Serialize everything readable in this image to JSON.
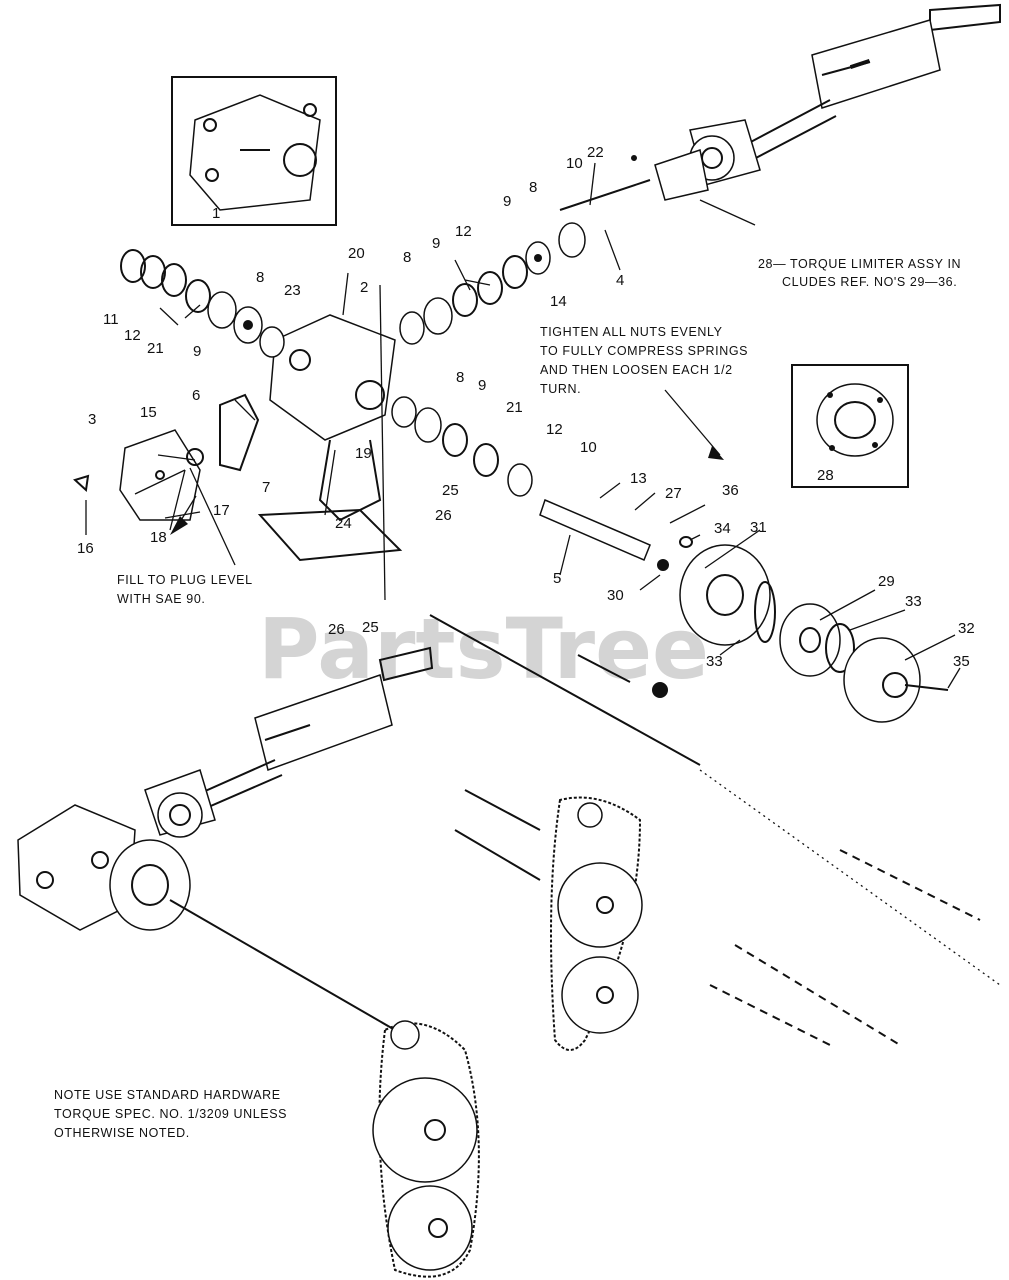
{
  "watermark": {
    "text": "PartsTree",
    "reg": "®"
  },
  "notes": {
    "torque_limiter_1": "28— TORQUE LIMITER ASSY IN",
    "torque_limiter_2": "CLUDES REF. NO'S 29—36.",
    "tighten_1": "TIGHTEN ALL NUTS EVENLY",
    "tighten_2": "TO FULLY COMPRESS SPRINGS",
    "tighten_3": "AND THEN LOOSEN EACH 1/2",
    "tighten_4": "TURN.",
    "fill_1": "FILL TO PLUG LEVEL",
    "fill_2": "WITH SAE 90.",
    "hardware_1": "NOTE USE STANDARD HARDWARE",
    "hardware_2": "TORQUE SPEC. NO. 1/3209 UNLESS",
    "hardware_3": "OTHERWISE NOTED."
  },
  "callouts": {
    "c1": "1",
    "c2": "2",
    "c3": "3",
    "c4": "4",
    "c5": "5",
    "c6": "6",
    "c7": "7",
    "c8a": "8",
    "c8b": "8",
    "c8c": "8",
    "c8d": "8",
    "c9a": "9",
    "c9b": "9",
    "c9c": "9",
    "c9d": "9",
    "c10a": "10",
    "c10b": "10",
    "c11": "11",
    "c12a": "12",
    "c12b": "12",
    "c12c": "12",
    "c13": "13",
    "c14": "14",
    "c15": "15",
    "c16": "16",
    "c17": "17",
    "c18": "18",
    "c19": "19",
    "c20": "20",
    "c21a": "21",
    "c21b": "21",
    "c22": "22",
    "c23": "23",
    "c24": "24",
    "c25a": "25",
    "c25b": "25",
    "c26a": "26",
    "c26b": "26",
    "c27": "27",
    "c28": "28",
    "c29": "29",
    "c30": "30",
    "c31": "31",
    "c32": "32",
    "c33a": "33",
    "c33b": "33",
    "c34": "34",
    "c35": "35",
    "c36": "36"
  }
}
